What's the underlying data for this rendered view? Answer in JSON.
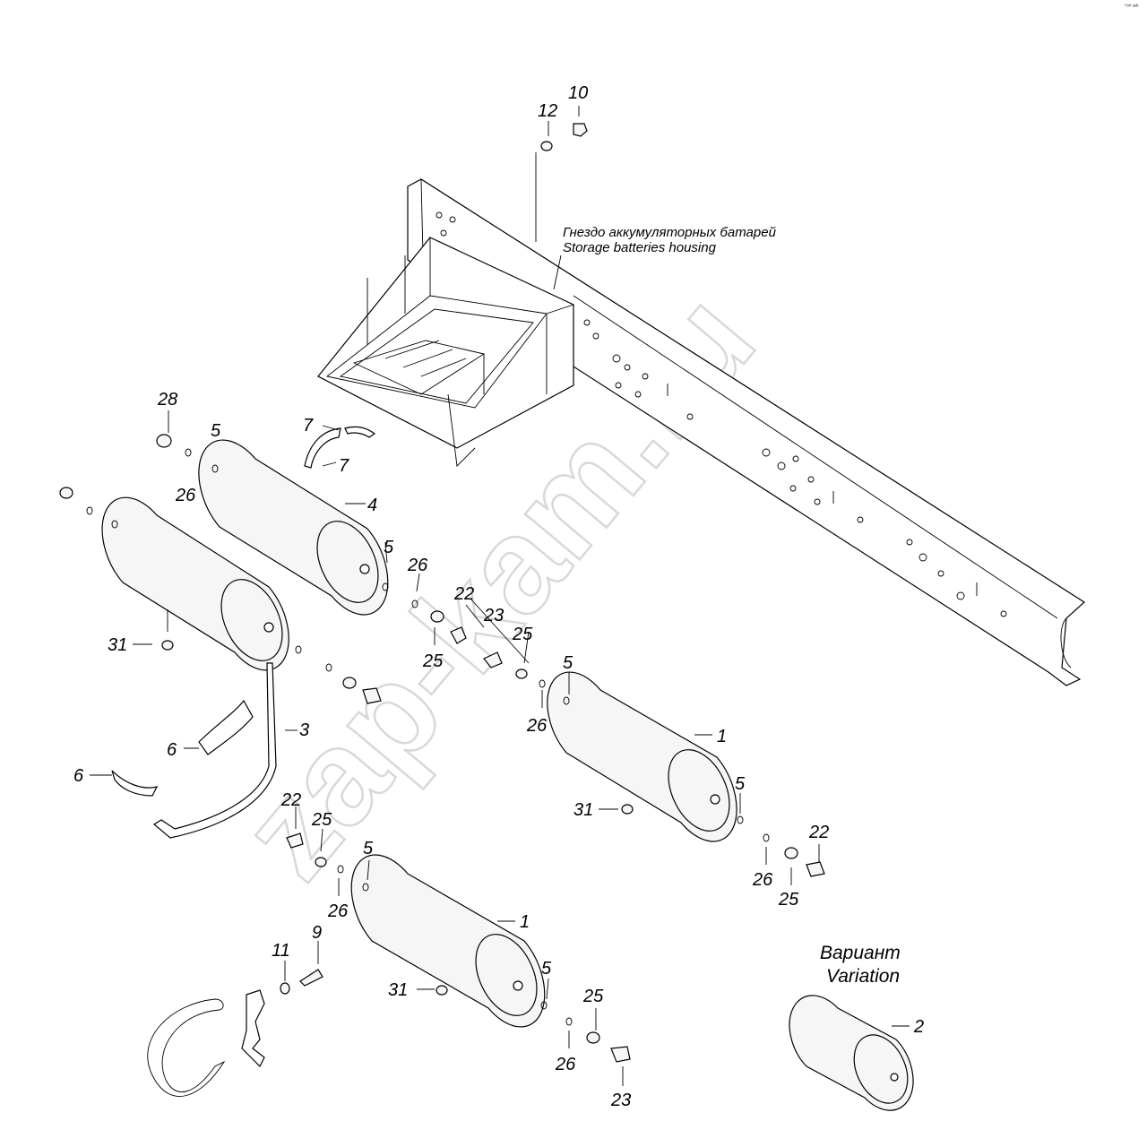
{
  "corner_mark": "°⁵⁰ ˢᵒᵇ",
  "annotation": {
    "line1": "Гнездо аккумуляторных батарей",
    "line2": "Storage batteries housing"
  },
  "variant": {
    "line1": "Вариант",
    "line2": "Variation"
  },
  "watermark": "zap-kam.ru",
  "labels": {
    "l10": "10",
    "l12": "12",
    "l28": "28",
    "l5a": "5",
    "l26a": "26",
    "l7a": "7",
    "l7b": "7",
    "l4": "4",
    "l5b": "5",
    "l26b": "26",
    "l22a": "22",
    "l23a": "23",
    "l25a": "25",
    "l25b": "25",
    "l31a": "31",
    "l3": "3",
    "l6a": "6",
    "l6b": "6",
    "l5c": "5",
    "l26c": "26",
    "l1a": "1",
    "l5d": "5",
    "l31b": "31",
    "l22b": "22",
    "l25c": "25",
    "l26d": "26",
    "l22c": "22",
    "l5e": "5",
    "l26e": "26",
    "l25d": "25",
    "l11": "11",
    "l9": "9",
    "l1b": "1",
    "l5f": "5",
    "l31c": "31",
    "l25e": "25",
    "l26f": "26",
    "l23b": "23",
    "l2": "2"
  }
}
